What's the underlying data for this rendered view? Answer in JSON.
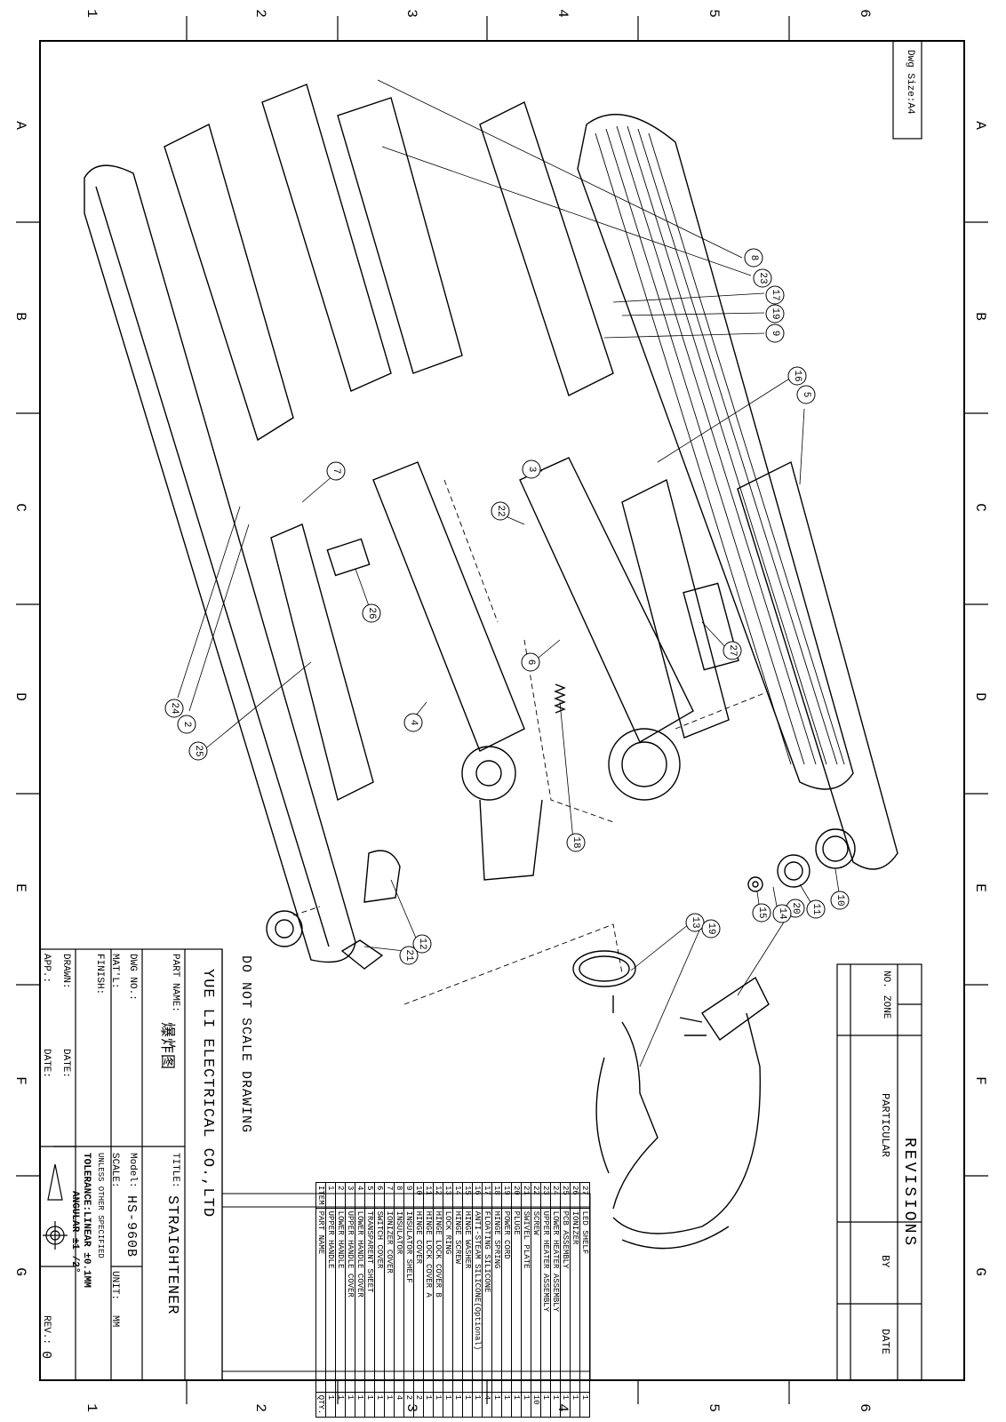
{
  "drawing": {
    "size_label": "Dwg Size:A4",
    "warning": "DO NOT SCALE DRAWING"
  },
  "zones": {
    "columns": [
      "1",
      "2",
      "3",
      "4",
      "5",
      "6"
    ],
    "rows": [
      "A",
      "B",
      "C",
      "D",
      "E",
      "F",
      "G"
    ]
  },
  "revisions": {
    "title": "REVISIONS",
    "headers": [
      "NO.",
      "ZONE",
      "PARTICULAR",
      "BY",
      "DATE"
    ]
  },
  "title_block": {
    "company": "YUE LI ELECTRICAL CO.,LTD",
    "part_name_label": "PART NAME:",
    "part_name": "爆炸图",
    "title_label": "TITLE:",
    "title": "STRAIGHTENER",
    "dwg_no_label": "DWG NO.:",
    "model_label": "Model:",
    "model": "HS-960B",
    "matl_label": "MAT'L:",
    "scale_label": "SCALE:",
    "unit_label": "UNIT:",
    "unit": "MM",
    "finish_label": "FINISH:",
    "unless_label": "UNLESS OTHER SPECIFIED",
    "tolerance_linear": "TOLERANCE:LINEAR ±0.1MM",
    "tolerance_angular": "ANGULAR ±1 /2°",
    "drawn_label": "DRAWN:",
    "date_label": "DATE:",
    "app_label": "APP.:",
    "date2_label": "DATE:",
    "rev_label": "REV.:",
    "rev": "0"
  },
  "parts_list": {
    "headers": {
      "item": "ITEM",
      "name": "PART NAME",
      "qty": "QTY."
    },
    "items": [
      {
        "item": "27",
        "name": "LED SHELF",
        "qty": "1"
      },
      {
        "item": "26",
        "name": "IONIZER",
        "qty": "1"
      },
      {
        "item": "25",
        "name": "PCB ASSEMBLY",
        "qty": "1"
      },
      {
        "item": "24",
        "name": "LOWER HEATER ASSEMBLY",
        "qty": "1"
      },
      {
        "item": "23",
        "name": "UPPER HEATER ASSEMBLY",
        "qty": "1"
      },
      {
        "item": "22",
        "name": "SCREW",
        "qty": "10"
      },
      {
        "item": "21",
        "name": "SWIVEL PLATE",
        "qty": "1"
      },
      {
        "item": "20",
        "name": "PLUGE",
        "qty": "1"
      },
      {
        "item": "19",
        "name": "POWER CORD",
        "qty": "1"
      },
      {
        "item": "18",
        "name": "HINGE SPRING",
        "qty": "1"
      },
      {
        "item": "17",
        "name": "FLOATING SILICONE",
        "qty": "4"
      },
      {
        "item": "16",
        "name": "ANTI-STEAM SILICONE(Optional)",
        "qty": "1"
      },
      {
        "item": "15",
        "name": "HINGE WASHER",
        "qty": "1"
      },
      {
        "item": "14",
        "name": "HINGE SCREW",
        "qty": "1"
      },
      {
        "item": "13",
        "name": "LOCK RING",
        "qty": "1"
      },
      {
        "item": "12",
        "name": "HINGE LOCK COVER B",
        "qty": "1"
      },
      {
        "item": "11",
        "name": "HINGE LOCK COVER A",
        "qty": "1"
      },
      {
        "item": "10",
        "name": "HINGE COVER",
        "qty": "2"
      },
      {
        "item": "9",
        "name": "INSULATOR SHELF",
        "qty": "2"
      },
      {
        "item": "8",
        "name": "INSULATOR",
        "qty": "4"
      },
      {
        "item": "7",
        "name": "IONIZER COVER",
        "qty": "1"
      },
      {
        "item": "6",
        "name": "SWITCH COVER",
        "qty": "1"
      },
      {
        "item": "5",
        "name": "TRANSPARENT SHEET",
        "qty": "1"
      },
      {
        "item": "4",
        "name": "LOWER HANDLE COVER",
        "qty": "1"
      },
      {
        "item": "3",
        "name": "UPPER HANDLE COVER",
        "qty": "1"
      },
      {
        "item": "2",
        "name": "LOWER HANDLE",
        "qty": "1"
      },
      {
        "item": "1",
        "name": "UPPER HANDLE",
        "qty": "1"
      }
    ]
  },
  "balloons": [
    "8",
    "23",
    "17",
    "19",
    "9",
    "16",
    "5",
    "7",
    "3",
    "22",
    "26",
    "6",
    "27",
    "24",
    "2",
    "25",
    "4",
    "18",
    "12",
    "21",
    "13",
    "19",
    "20",
    "10",
    "11",
    "14",
    "15"
  ]
}
